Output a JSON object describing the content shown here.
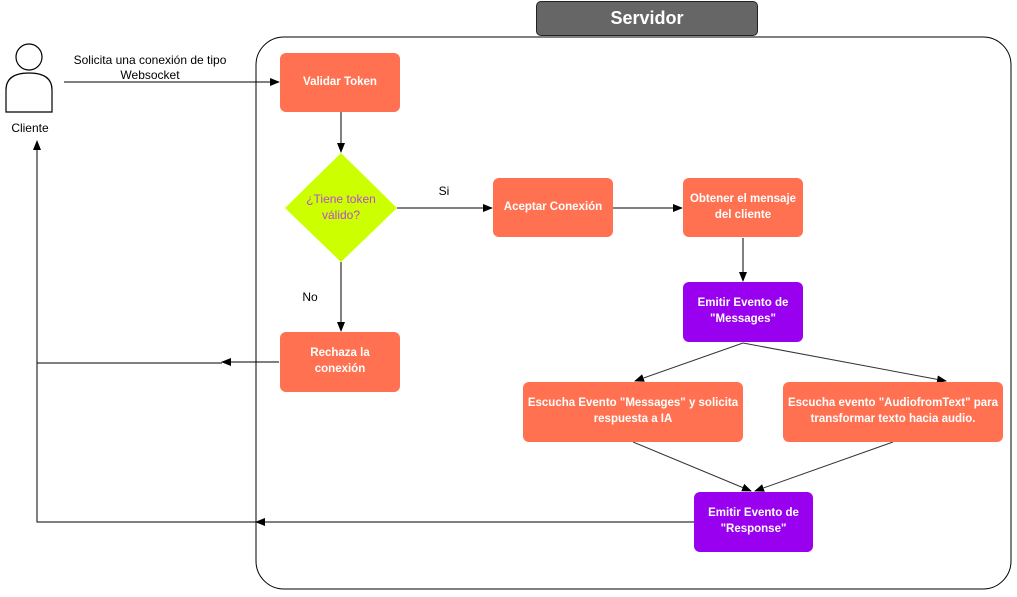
{
  "title": "Servidor",
  "actor": {
    "label": "Cliente"
  },
  "labels": {
    "request": "Solicita una conexión de tipo Websocket",
    "yes": "Si",
    "no": "No"
  },
  "nodes": {
    "validate": "Validar Token",
    "decision": "¿Tiene token válido?",
    "accept": "Aceptar Conexión",
    "get_message": "Obtener el mensaje del cliente",
    "emit_messages": "Emitir Evento de \"Messages\"",
    "reject": "Rechaza la conexión",
    "listen_messages": "Escucha Evento \"Messages\" y solicita respuesta a IA",
    "listen_audio": "Escucha evento \"AudiofromText\" para transformar texto hacia audio.",
    "emit_response": "Emitir Evento de \"Response\""
  },
  "colors": {
    "process": "#ff7150",
    "event": "#9a00f0",
    "decision": "#ccff00",
    "decision_text": "#b84ad8",
    "title_bg": "#666666"
  }
}
